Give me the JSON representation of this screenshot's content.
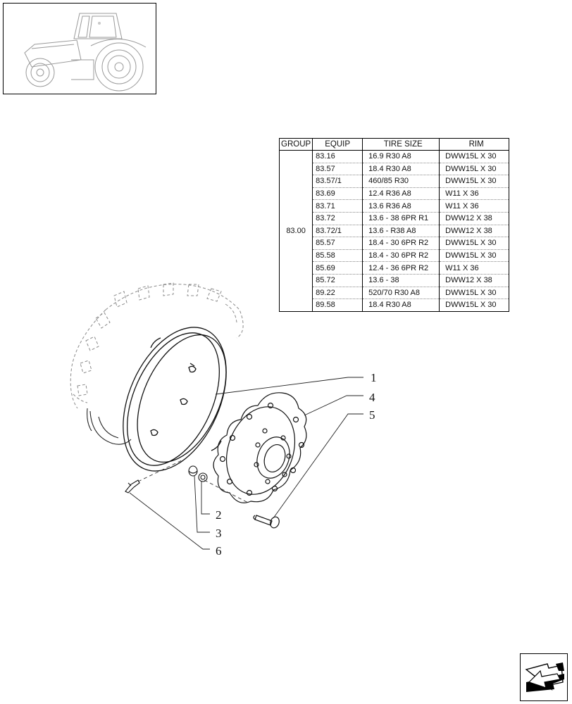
{
  "thumbnail": {
    "icon": "tractor-icon"
  },
  "table": {
    "headers": {
      "group": "GROUP",
      "equip": "EQUIP",
      "tire_size": "TIRE SIZE",
      "rim": "RIM"
    },
    "group": "83.00",
    "rows": [
      {
        "equip": "83.16",
        "tire_size": "16.9 R30 A8",
        "rim": "DWW15L X 30"
      },
      {
        "equip": "83.57",
        "tire_size": "18.4 R30 A8",
        "rim": "DWW15L X 30"
      },
      {
        "equip": "83.57/1",
        "tire_size": "460/85 R30",
        "rim": "DWW15L X 30"
      },
      {
        "equip": "83.69",
        "tire_size": "12.4 R36 A8",
        "rim": "W11 X 36"
      },
      {
        "equip": "83.71",
        "tire_size": "13.6 R36 A8",
        "rim": "W11 X 36"
      },
      {
        "equip": "83.72",
        "tire_size": "13.6 - 38 6PR R1",
        "rim": "DWW12 X 38"
      },
      {
        "equip": "83.72/1",
        "tire_size": "13.6 - R38 A8",
        "rim": "DWW12 X 38"
      },
      {
        "equip": "85.57",
        "tire_size": "18.4 - 30 6PR R2",
        "rim": "DWW15L X 30"
      },
      {
        "equip": "85.58",
        "tire_size": "18.4 - 30 6PR R2",
        "rim": "DWW15L X 30"
      },
      {
        "equip": "85.69",
        "tire_size": "12.4 - 36 6PR R2",
        "rim": "W11 X 36"
      },
      {
        "equip": "85.72",
        "tire_size": "13.6 - 38",
        "rim": "DWW12 X 38"
      },
      {
        "equip": "89.22",
        "tire_size": "520/70 R30 A8",
        "rim": "DWW15L X 30"
      },
      {
        "equip": "89.58",
        "tire_size": "18.4 R30 A8",
        "rim": "DWW15L X 30"
      }
    ]
  },
  "callouts": {
    "c1": "1",
    "c2": "2",
    "c3": "3",
    "c4": "4",
    "c5": "5",
    "c6": "6"
  },
  "nav": {
    "icon": "arrow-back-icon"
  }
}
